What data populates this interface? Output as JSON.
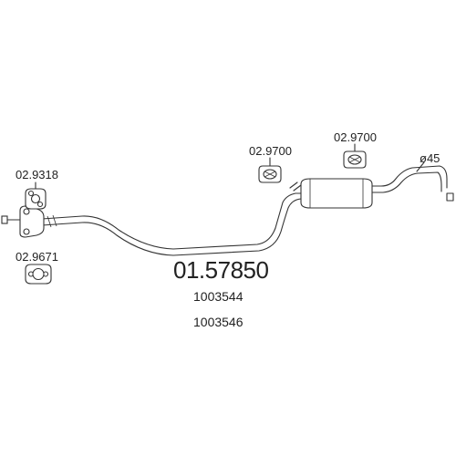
{
  "main_part_number": "01.57850",
  "oe_numbers": [
    "1003544",
    "1003546"
  ],
  "parts": {
    "front_gasket": "02.9318",
    "front_flange_gasket": "02.9671",
    "hanger_left": "02.9700",
    "hanger_right": "02.9700"
  },
  "pipe_diameter": "ø45",
  "colors": {
    "line": "#333333",
    "text": "#222222",
    "background": "#ffffff"
  }
}
